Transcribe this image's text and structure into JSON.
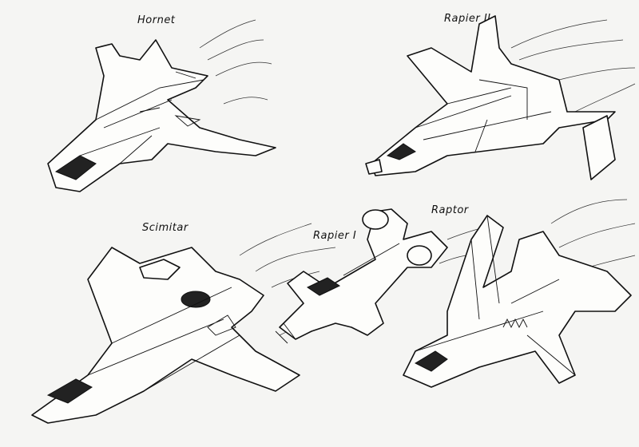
{
  "ships": [
    {
      "name": "Hornet"
    },
    {
      "name": "Rapier II"
    },
    {
      "name": "Scimitar"
    },
    {
      "name": "Rapier I"
    },
    {
      "name": "Raptor"
    }
  ],
  "colors": {
    "ink": "#111111",
    "paper": "#f5f5f3"
  }
}
